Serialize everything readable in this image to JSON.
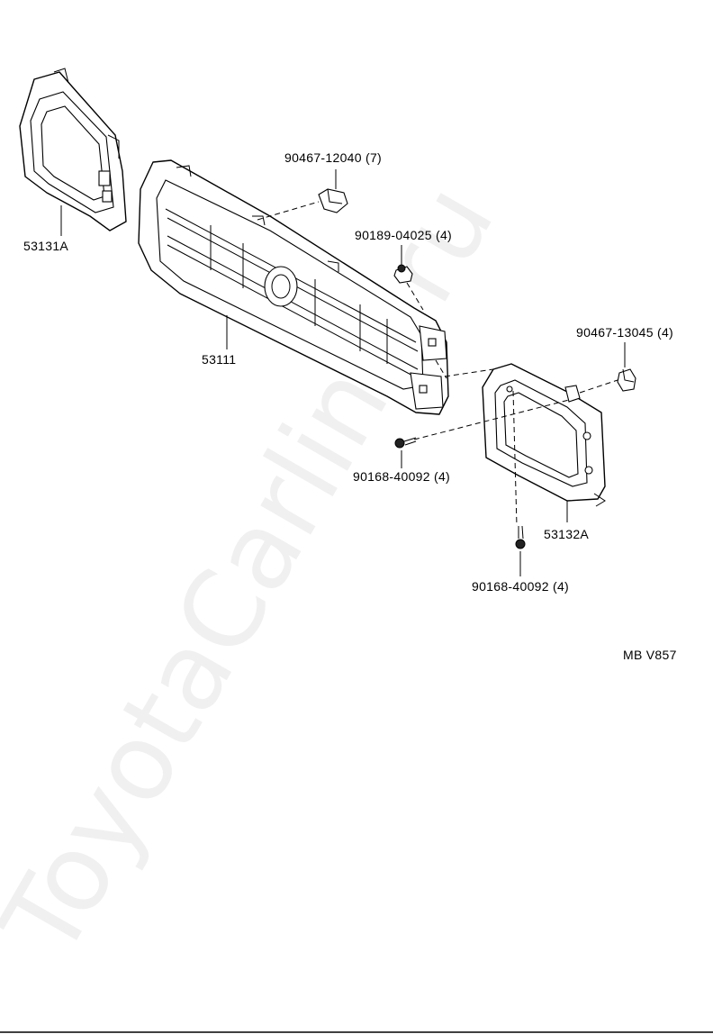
{
  "diagram": {
    "parts": [
      {
        "id": "headlamp-door-lh",
        "label": "53131A"
      },
      {
        "id": "radiator-grille",
        "label": "53111"
      },
      {
        "id": "headlamp-door-rh",
        "label": "53132A"
      },
      {
        "id": "clip-top",
        "label": "90467-12040 (7)"
      },
      {
        "id": "nut-grille",
        "label": "90189-04025 (4)"
      },
      {
        "id": "clip-right",
        "label": "90467-13045 (4)"
      },
      {
        "id": "screw-mid",
        "label": "90168-40092 (4)"
      },
      {
        "id": "screw-low",
        "label": "90168-40092 (4)"
      }
    ],
    "code": "MB V857"
  },
  "watermark": {
    "text": "ToyotaCarline.ru",
    "color": "#000000"
  }
}
